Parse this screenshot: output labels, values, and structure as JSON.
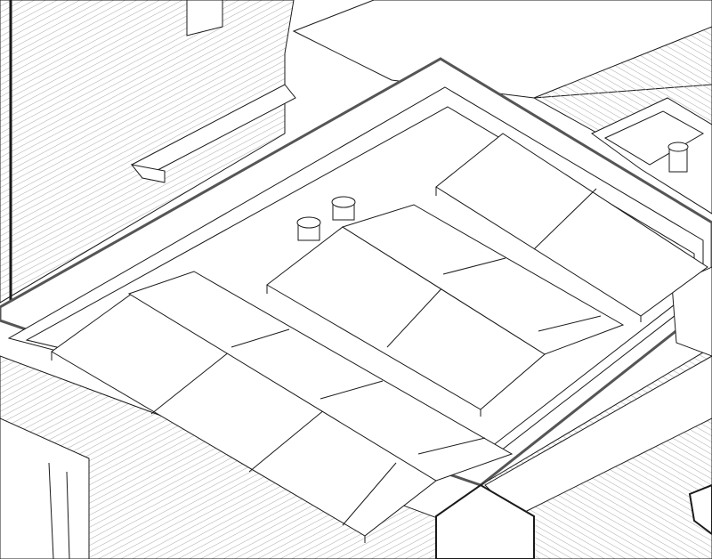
{
  "drawing": {
    "style": "isometric line drawing of a flat roof with solar panel arrays",
    "colors": {
      "background": "#ffffff",
      "line": "#1a1a1a",
      "hatch": "#9a9a9a",
      "parapet": "#555555"
    },
    "panel_arrays": 5,
    "roof_vents": 3
  }
}
